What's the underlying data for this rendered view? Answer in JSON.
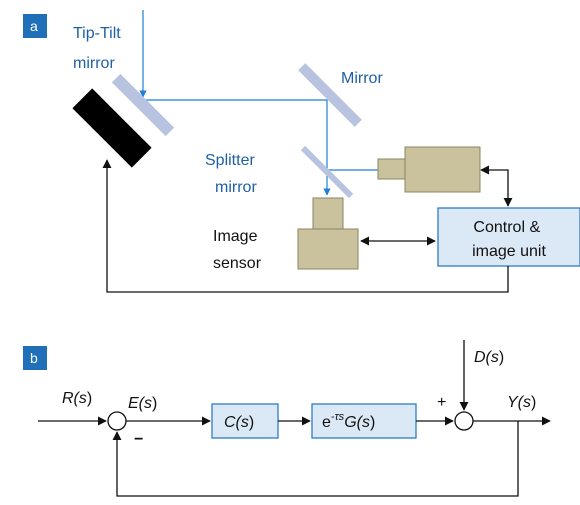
{
  "panel_a": {
    "badge": "a",
    "tip_tilt_label": [
      "Tip-Tilt",
      "mirror"
    ],
    "mirror_label": "Mirror",
    "splitter_label": [
      "Splitter",
      "mirror"
    ],
    "image_sensor_label": [
      "Image",
      "sensor"
    ],
    "control_unit_label": [
      "Control &",
      "image unit"
    ]
  },
  "panel_b": {
    "badge": "b",
    "reference_signal": {
      "pre": "R(",
      "var": "s",
      "post": ")"
    },
    "error_signal": {
      "pre": "E(",
      "var": "s",
      "post": ")"
    },
    "disturbance_signal": {
      "pre": "D(",
      "var": "s",
      "post": ")"
    },
    "output_signal": {
      "pre": "Y(",
      "var": "s",
      "post": ")"
    },
    "minus_sign": "−",
    "plus_sign": "+",
    "controller_block": {
      "pre": "C(",
      "var": "s",
      "post": ")"
    },
    "plant_block": {
      "base": "e",
      "exponent": "-τs",
      "pre": "G(",
      "var": "s",
      "post": ")"
    }
  },
  "colors": {
    "badge": "#1f6fb9",
    "beam": "#1f7fd6",
    "mirror": "#b8c3df",
    "device": "#c9c29c",
    "unit_box": "#dbe8f6"
  }
}
